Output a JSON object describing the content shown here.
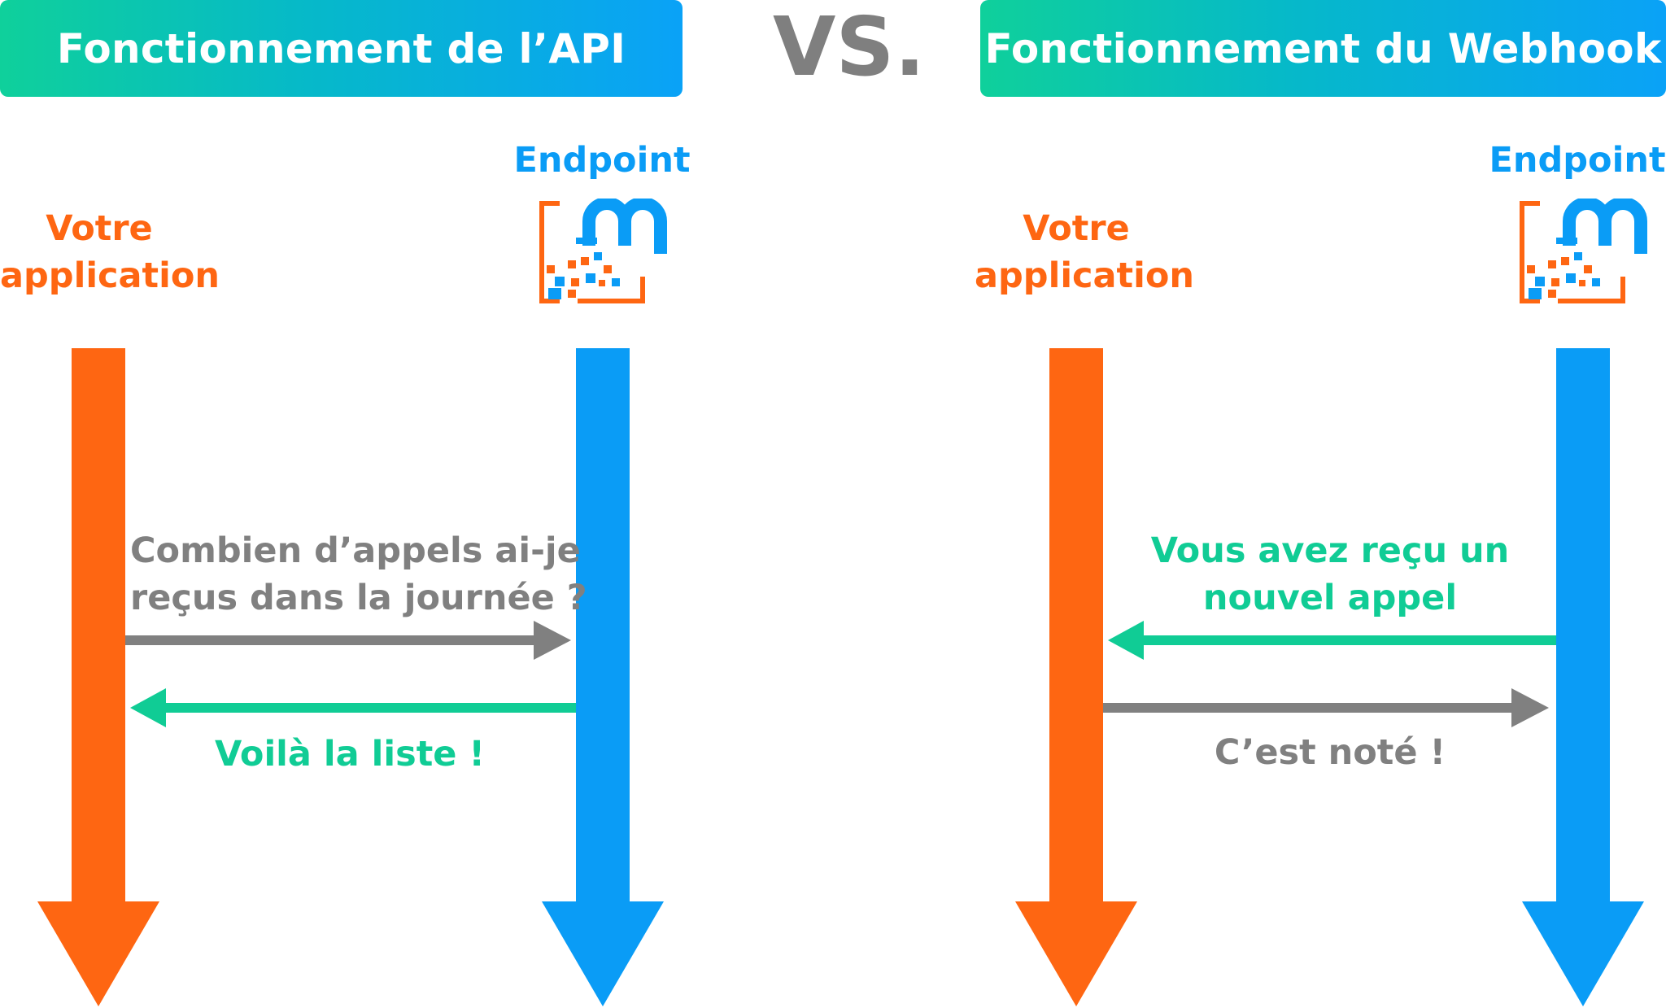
{
  "header": {
    "left_title": "Fonctionnement de l’API",
    "vs": "VS.",
    "right_title": "Fonctionnement du Webhook"
  },
  "api": {
    "app_label_line1": "Votre",
    "app_label_line2": "application",
    "endpoint_label": "Endpoint",
    "request_line1": "Combien d’appels ai-je",
    "request_line2": "reçus dans la journée ?",
    "response": "Voilà la liste !"
  },
  "webhook": {
    "app_label_line1": "Votre",
    "app_label_line2": "application",
    "endpoint_label": "Endpoint",
    "notification_line1": "Vous avez reçu un",
    "notification_line2": "nouvel appel",
    "ack": "C’est noté !"
  },
  "logo": {
    "icon": "m-logo-icon"
  },
  "colors": {
    "orange": "#fe6612",
    "blue": "#0a9cf6",
    "green": "#10cc95",
    "gray": "#808080",
    "banner_start": "#0fd09b",
    "banner_end": "#0aa2f7"
  }
}
